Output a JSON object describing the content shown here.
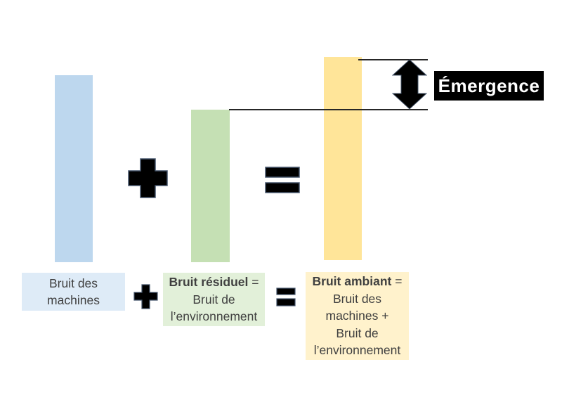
{
  "diagram": {
    "emergence": {
      "label": "Émergence",
      "bg_color": "#000000",
      "text_color": "#FFFFFF"
    },
    "operators": {
      "plus_large": "+",
      "equals_large": "=",
      "plus_small": "+",
      "equals_small": "="
    },
    "bars": {
      "machines": {
        "color": "#BDD7EE"
      },
      "residuel": {
        "color": "#C5E0B4"
      },
      "ambiant": {
        "color": "#FFE599"
      }
    },
    "labels": {
      "machines": {
        "bg": "#DEEBF7",
        "line1": "Bruit des",
        "line2": "machines"
      },
      "residuel": {
        "bg": "#E2F0D9",
        "bold": "Bruit résiduel",
        "suffix": " =",
        "line2": "Bruit de",
        "line3": "l’environnement"
      },
      "ambiant": {
        "bg": "#FFF2CC",
        "bold": "Bruit ambiant",
        "suffix": " =",
        "line2": "Bruit des",
        "line3": "machines +",
        "line4": "Bruit de",
        "line5": "l’environnement"
      }
    }
  }
}
